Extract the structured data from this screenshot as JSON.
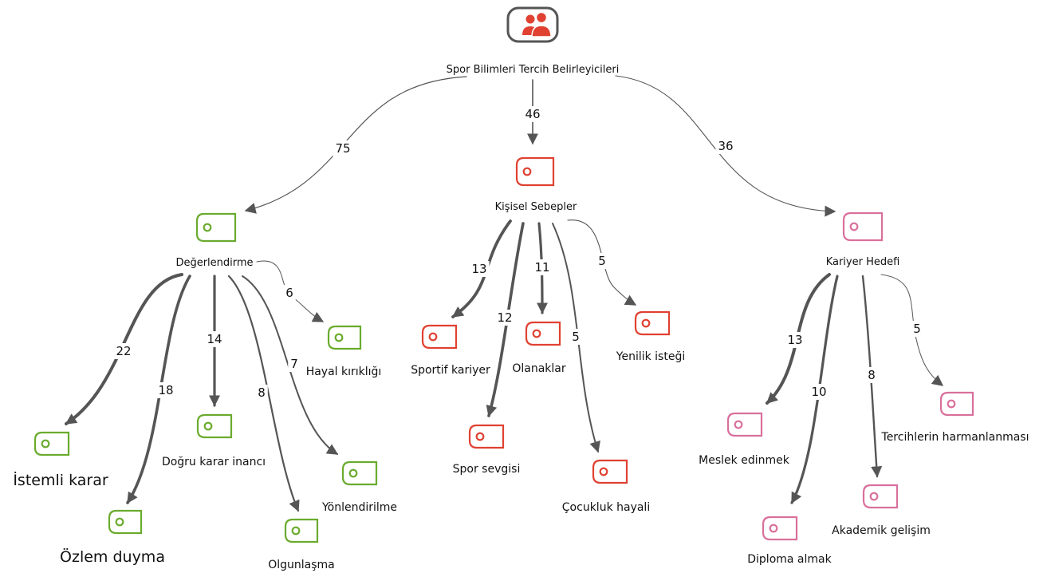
{
  "root": {
    "label": "Spor Bilimleri Tercih Belirleyicileri"
  },
  "groups": [
    {
      "label": "Değerlendirme",
      "count": "75",
      "color": "#6aab2e",
      "children": [
        {
          "label": "İstemli karar",
          "count": "22"
        },
        {
          "label": "Özlem duyma",
          "count": "18"
        },
        {
          "label": "Doğru karar inancı",
          "count": "14"
        },
        {
          "label": "Olgunlaşma",
          "count": "8"
        },
        {
          "label": "Yönlendirilme",
          "count": "7"
        },
        {
          "label": "Hayal kırıklığı",
          "count": "6"
        }
      ]
    },
    {
      "label": "Kişisel Sebepler",
      "count": "46",
      "color": "#e04131",
      "children": [
        {
          "label": "Sportif kariyer",
          "count": "13"
        },
        {
          "label": "Spor sevgisi",
          "count": "12"
        },
        {
          "label": "Olanaklar",
          "count": "11"
        },
        {
          "label": "Çocukluk hayali",
          "count": "5"
        },
        {
          "label": "Yenilik isteği",
          "count": "5"
        }
      ]
    },
    {
      "label": "Kariyer Hedefi",
      "count": "36",
      "color": "#d9709c",
      "children": [
        {
          "label": "Meslek edinmek",
          "count": "13"
        },
        {
          "label": "Diploma almak",
          "count": "10"
        },
        {
          "label": "Akademik gelişim",
          "count": "8"
        },
        {
          "label": "Tercihlerin harmanlanması",
          "count": "5"
        }
      ]
    }
  ],
  "colors": {
    "root_icon": "#e04131",
    "edge": "#555555",
    "root_frame": "#555555"
  },
  "icons": {
    "root": "people-icon",
    "code": "code-circle-icon"
  }
}
